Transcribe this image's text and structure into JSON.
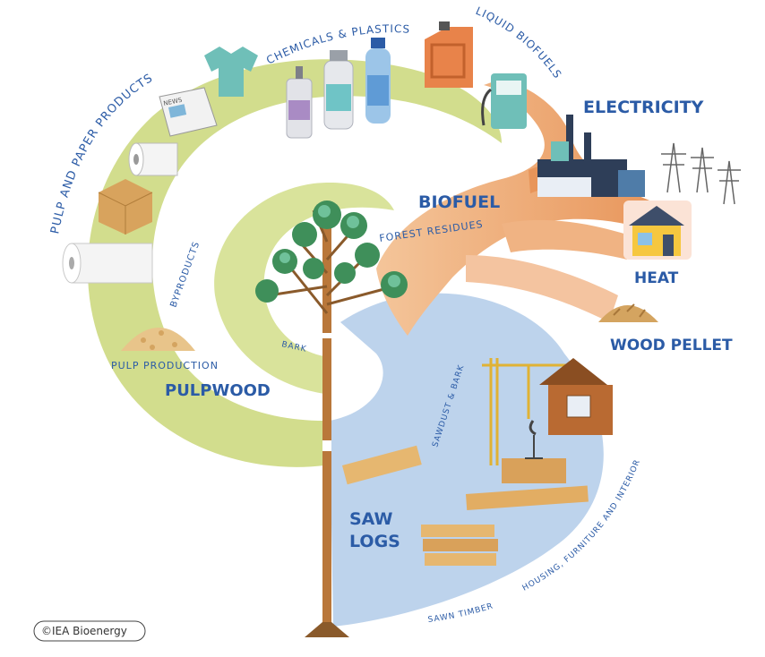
{
  "labels": {
    "pulp_paper": "PULP AND PAPER PRODUCTS",
    "chemicals": "CHEMICALS & PLASTICS",
    "liquid_biofuels": "LIQUID BIOFUELS",
    "electricity": "ELECTRICITY",
    "biofuel": "BIOFUEL",
    "forest_residues": "FOREST RESIDUES",
    "heat": "HEAT",
    "wood_pellet": "WOOD PELLET",
    "byproducts": "BYPRODUCTS",
    "bark": "BARK",
    "pulp_production": "PULP PRODUCTION",
    "pulpwood": "PULPWOOD",
    "sawdust_bark": "SAWDUST & BARK",
    "saw": "SAW",
    "logs": "LOGS",
    "housing": "HOUSING, FURNITURE AND INTERIOR",
    "sawn_timber": "SAWN TIMBER",
    "news": "NEWS",
    "copyright": "©IEA Bioenergy"
  },
  "colors": {
    "pulp_stream": "#d2dd8d",
    "biofuel_stream": "#eeaa6b",
    "saw_stream": "#bdd3ec",
    "label_blue": "#2b5ba6",
    "trunk": "#b9773a"
  }
}
